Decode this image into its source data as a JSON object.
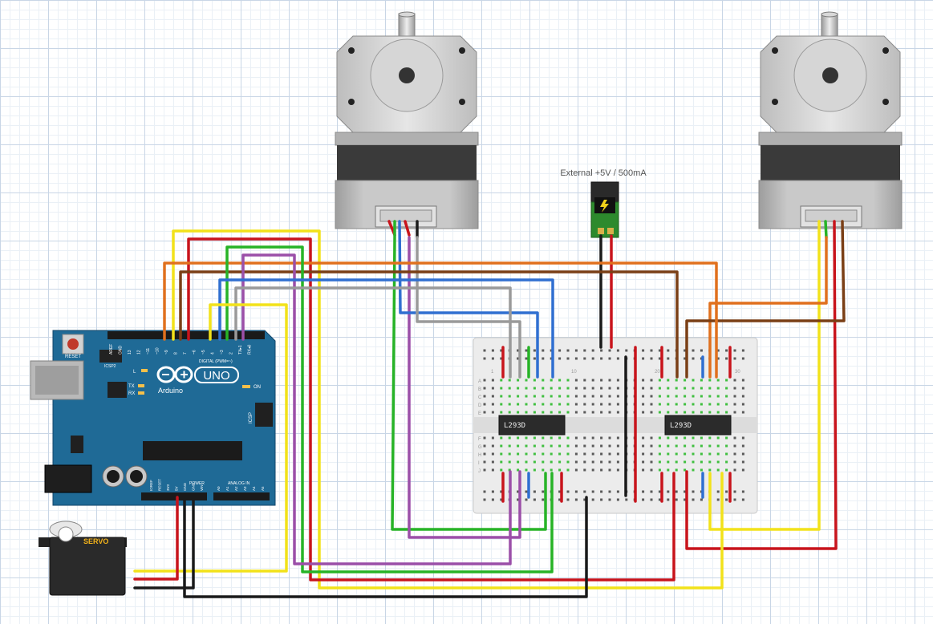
{
  "power_jack": {
    "label": "External +5V / 500mA"
  },
  "arduino": {
    "brand": "Arduino",
    "model": "UNO",
    "reset_label": "RESET",
    "icsp2_label": "ICSP2",
    "icsp_label": "ICSP",
    "on_label": "ON",
    "led_l": "L",
    "led_tx": "TX",
    "led_rx": "RX",
    "digital_label": "DIGITAL (PWM=~)",
    "power_label": "POWER",
    "analog_label": "ANALOG IN",
    "header_top_pins": [
      "AREF",
      "GND",
      "13",
      "12",
      "~11",
      "~10",
      "~9",
      "8",
      "7",
      "~6",
      "~5",
      "4",
      "~3",
      "2",
      "TX▸1",
      "RX◂0"
    ],
    "header_power_pins": [
      "IOREF",
      "RESET",
      "3V3",
      "5V",
      "GND",
      "GND",
      "VIN"
    ],
    "header_analog_pins": [
      "A0",
      "A1",
      "A2",
      "A3",
      "A4",
      "A5"
    ]
  },
  "ic_left": {
    "label": "L293D"
  },
  "ic_right": {
    "label": "L293D"
  },
  "servo": {
    "label": "SERVO"
  },
  "breadboard": {
    "row_letters_top": [
      "A",
      "B",
      "C",
      "D",
      "E"
    ],
    "row_letters_bottom": [
      "F",
      "G",
      "H",
      "I",
      "J"
    ],
    "col_numbers": [
      "1",
      "10",
      "20",
      "30"
    ]
  },
  "colors": {
    "red": "#c8141c",
    "black": "#1a1a1a",
    "yellow": "#f2e21a",
    "green": "#27b327",
    "purple": "#9b4fa8",
    "blue": "#2f6fd1",
    "gray": "#9a9a9a",
    "orange": "#e0701e",
    "brown": "#7a3f16",
    "arduino_blue": "#1f6a96"
  }
}
